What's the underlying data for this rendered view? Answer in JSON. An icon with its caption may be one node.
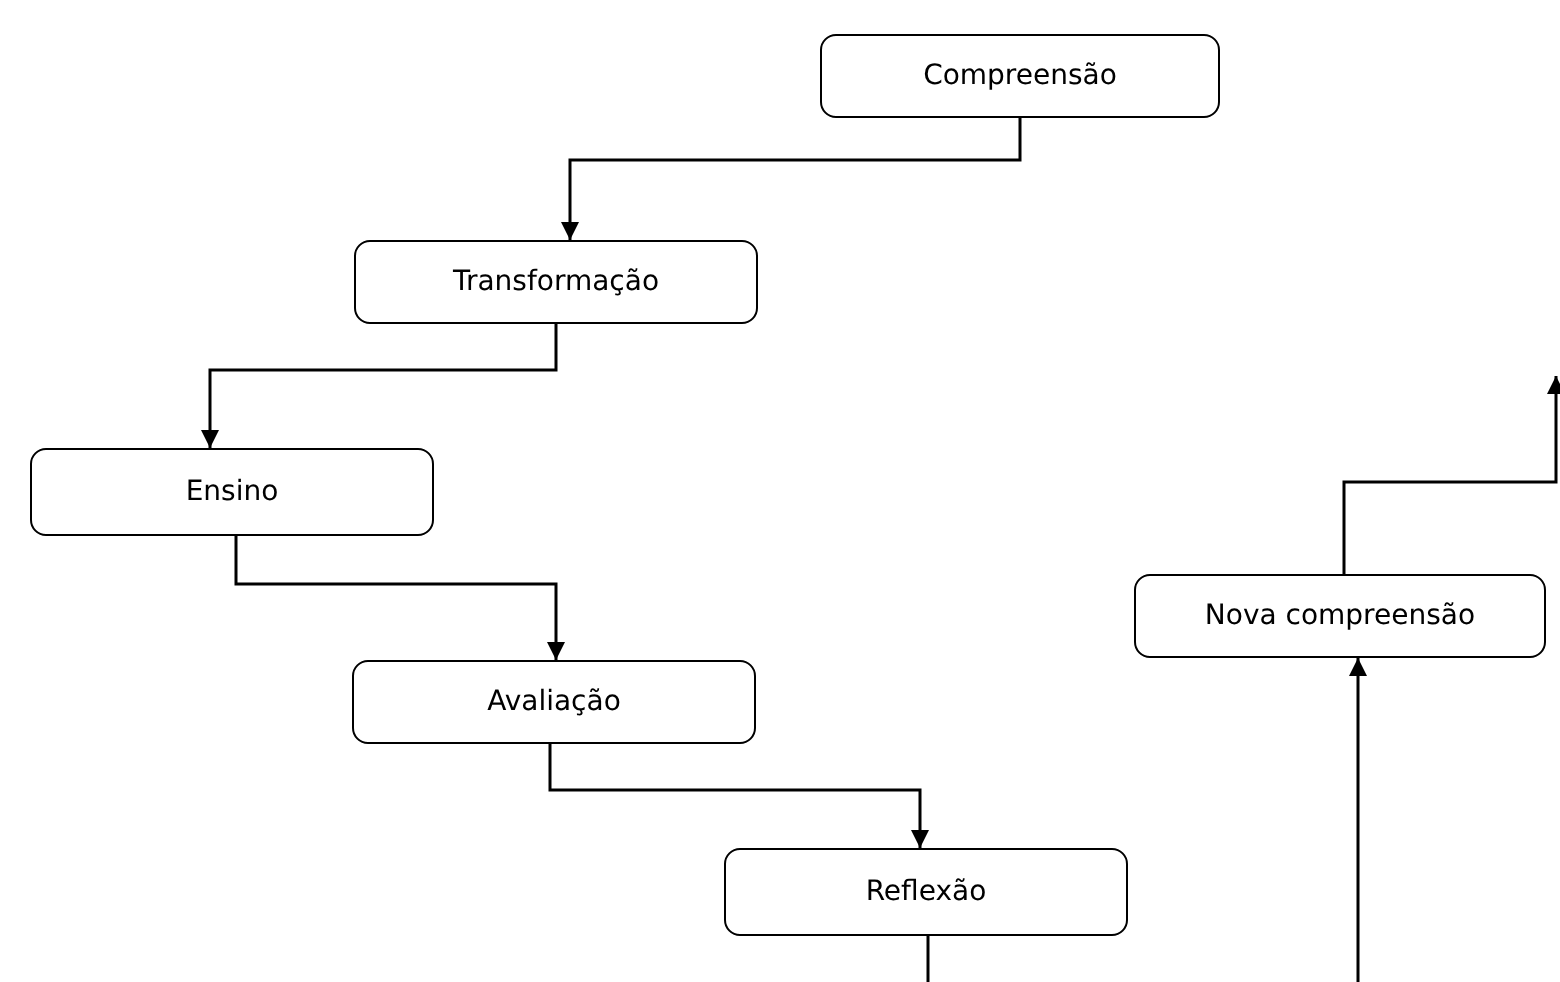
{
  "diagram": {
    "nodes": [
      {
        "text": [
          "Compreensão"
        ]
      },
      {
        "text": [
          "Transformação"
        ]
      },
      {
        "text": [
          "Ensino"
        ]
      },
      {
        "text": [
          "Avaliação"
        ]
      },
      {
        "text": [
          "Reflexão"
        ]
      },
      {
        "text": [
          "Nova compreensão"
        ]
      }
    ],
    "edges": [
      {
        "from": 0,
        "to": 1,
        "arrow": "to"
      },
      {
        "from": 1,
        "to": 2,
        "arrow": "to"
      },
      {
        "from": 2,
        "to": 3,
        "arrow": "to"
      },
      {
        "from": 3,
        "to": 4,
        "arrow": "to"
      },
      {
        "from": 4,
        "to": null,
        "arrow": "none"
      },
      {
        "from": null,
        "to": 5,
        "arrow": "to"
      },
      {
        "from": 5,
        "to": null,
        "arrow": "to"
      }
    ]
  }
}
